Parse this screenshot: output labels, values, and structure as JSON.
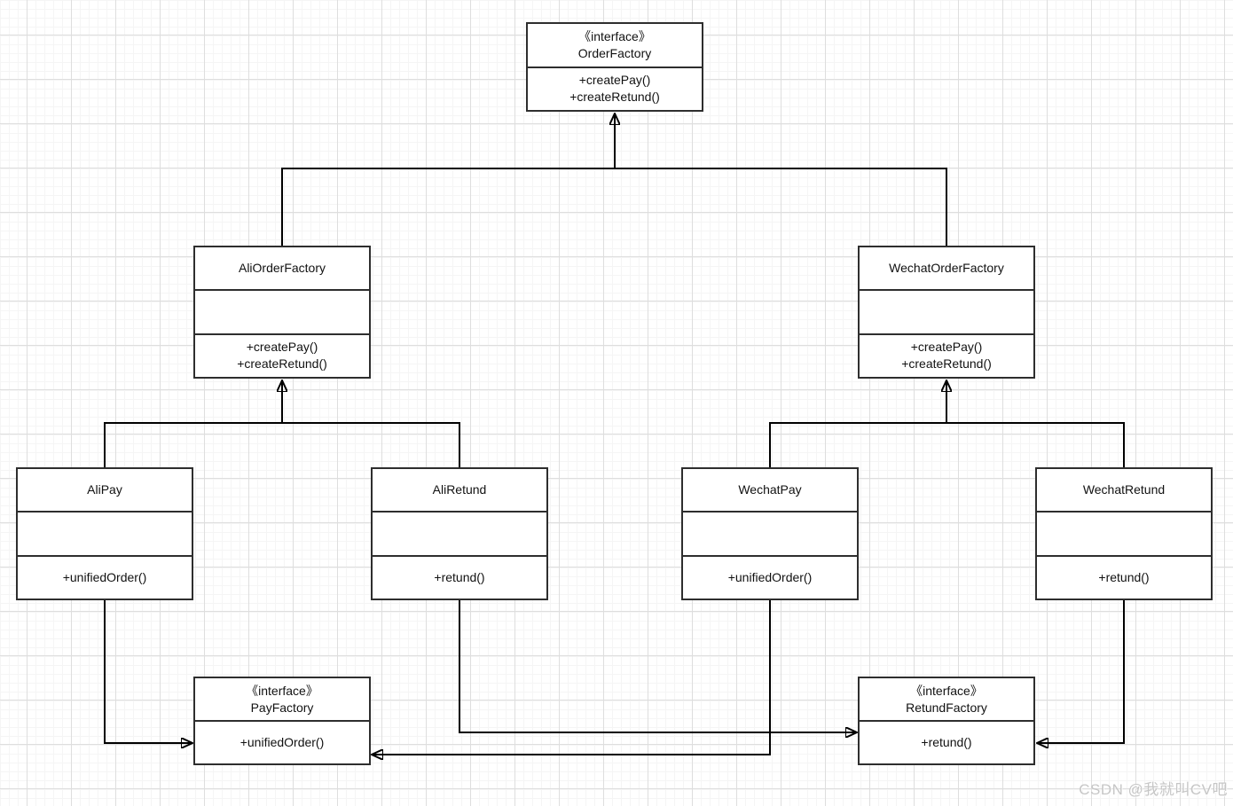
{
  "diagram_type": "uml-class-diagram",
  "classes": {
    "orderFactory": {
      "stereotype": "《interface》",
      "name": "OrderFactory",
      "methods": [
        "+createPay()",
        "+createRetund()"
      ]
    },
    "aliOrderFactory": {
      "name": "AliOrderFactory",
      "attributes": [],
      "methods": [
        "+createPay()",
        "+createRetund()"
      ]
    },
    "wechatOrderFactory": {
      "name": "WechatOrderFactory",
      "attributes": [],
      "methods": [
        "+createPay()",
        "+createRetund()"
      ]
    },
    "aliPay": {
      "name": "AliPay",
      "attributes": [],
      "methods": [
        "+unifiedOrder()"
      ]
    },
    "aliRetund": {
      "name": "AliRetund",
      "attributes": [],
      "methods": [
        "+retund()"
      ]
    },
    "wechatPay": {
      "name": "WechatPay",
      "attributes": [],
      "methods": [
        "+unifiedOrder()"
      ]
    },
    "wechatRetund": {
      "name": "WechatRetund",
      "attributes": [],
      "methods": [
        "+retund()"
      ]
    },
    "payFactory": {
      "stereotype": "《interface》",
      "name": "PayFactory",
      "methods": [
        "+unifiedOrder()"
      ]
    },
    "retundFactory": {
      "stereotype": "《interface》",
      "name": "RetundFactory",
      "methods": [
        "+retund()"
      ]
    }
  },
  "relations": [
    {
      "from": "AliOrderFactory",
      "to": "OrderFactory",
      "type": "generalization-arrow"
    },
    {
      "from": "WechatOrderFactory",
      "to": "OrderFactory",
      "type": "generalization-arrow"
    },
    {
      "from": "AliPay",
      "to": "AliOrderFactory",
      "type": "generalization-arrow"
    },
    {
      "from": "AliRetund",
      "to": "AliOrderFactory",
      "type": "generalization-arrow"
    },
    {
      "from": "WechatPay",
      "to": "WechatOrderFactory",
      "type": "generalization-arrow"
    },
    {
      "from": "WechatRetund",
      "to": "WechatOrderFactory",
      "type": "generalization-arrow"
    },
    {
      "from": "AliPay",
      "to": "PayFactory",
      "type": "solid-arrow"
    },
    {
      "from": "WechatPay",
      "to": "PayFactory",
      "type": "solid-arrow"
    },
    {
      "from": "AliRetund",
      "to": "RetundFactory",
      "type": "solid-arrow"
    },
    {
      "from": "WechatRetund",
      "to": "RetundFactory",
      "type": "solid-arrow"
    }
  ],
  "watermark": "CSDN @我就叫CV吧",
  "colors": {
    "background": "#ffffff",
    "grid_minor": "#f5f5f5",
    "grid_major": "#dedede",
    "box_border": "#2e2e2e",
    "connector_line": "#000000",
    "text": "#111111",
    "watermark": "#c6c6c6"
  }
}
